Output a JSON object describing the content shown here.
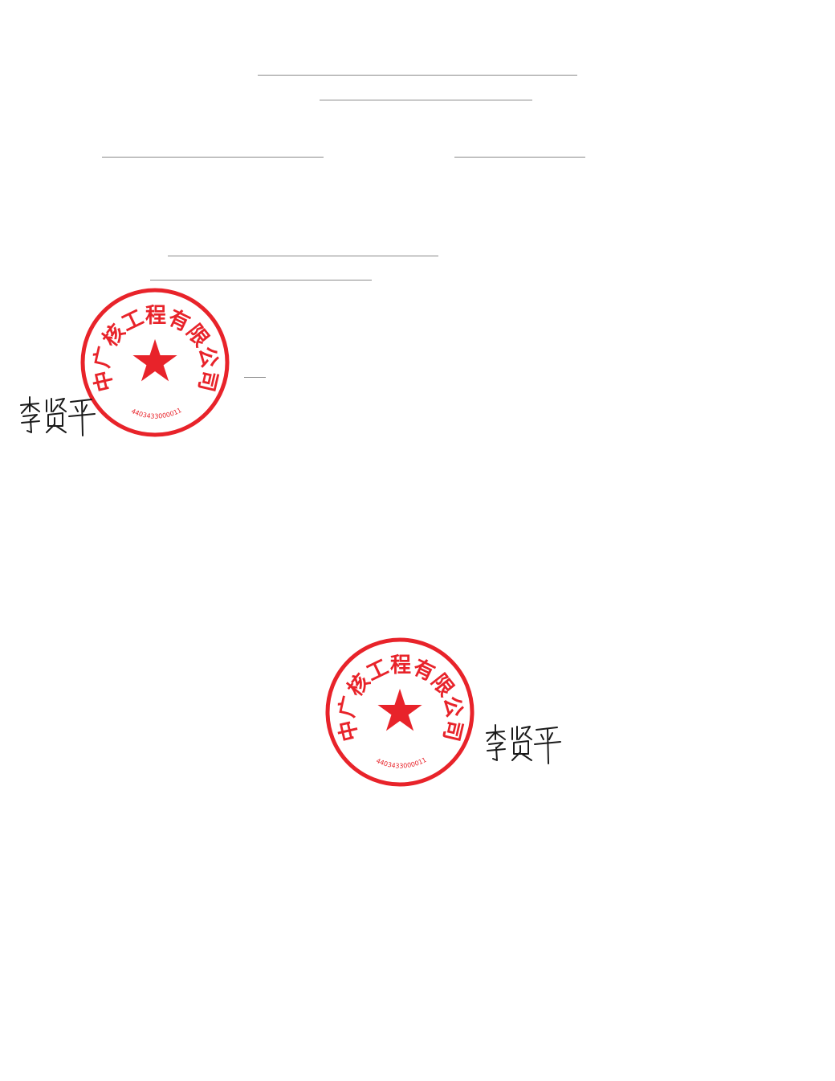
{
  "document": {
    "fill_in_lines": [
      {
        "id": "line-1"
      },
      {
        "id": "line-2"
      },
      {
        "id": "line-3"
      },
      {
        "id": "line-4"
      },
      {
        "id": "line-5"
      },
      {
        "id": "line-6"
      },
      {
        "id": "line-7"
      }
    ]
  },
  "seal": {
    "company_name": "中广核工程有限公司",
    "serial_number": "4403433000011",
    "star": "★",
    "ink_color": "#e8232a"
  },
  "signature": {
    "name": "李贤平",
    "ink_color": "#1a1a1a"
  }
}
